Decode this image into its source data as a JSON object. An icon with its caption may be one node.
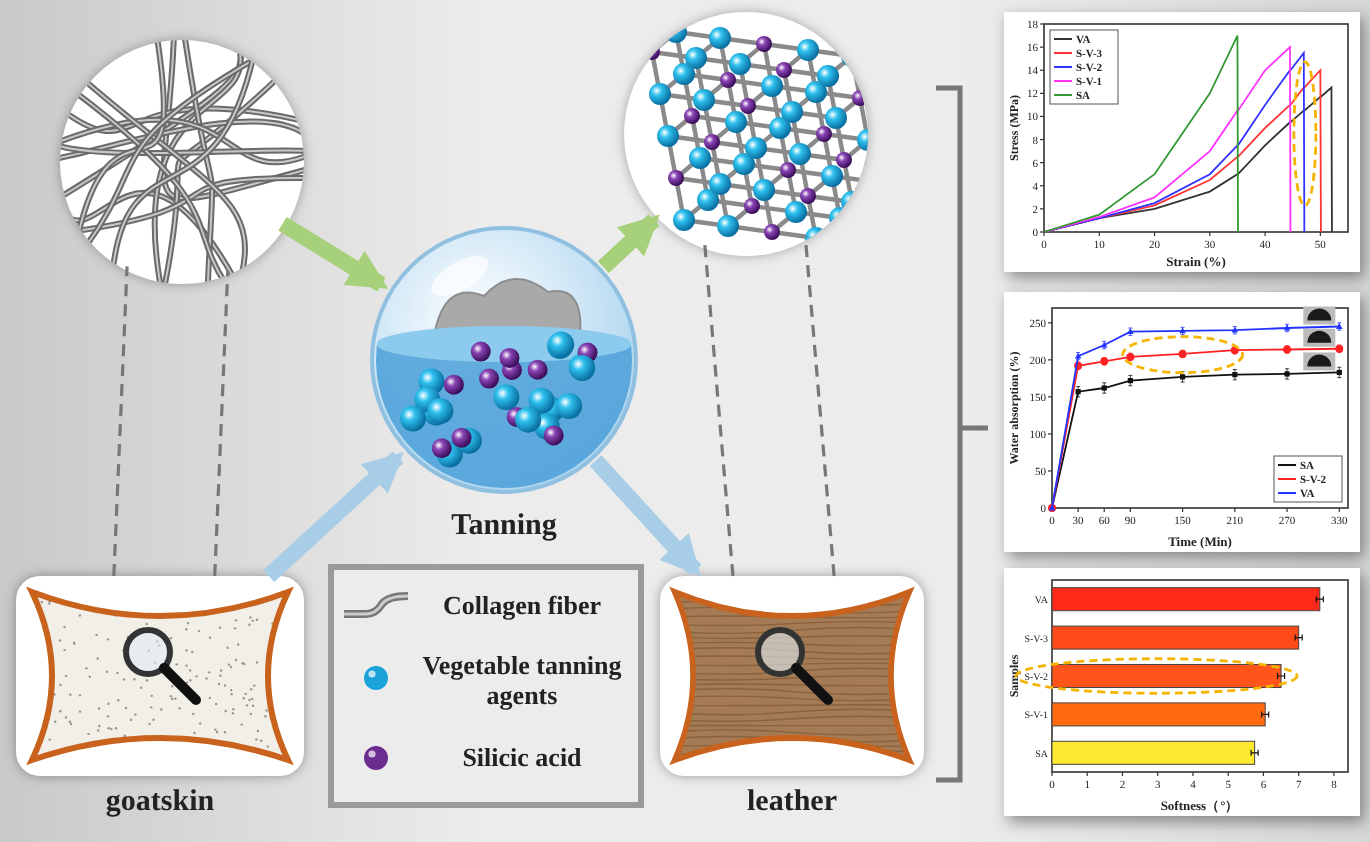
{
  "diagram": {
    "nodes": [
      {
        "text": [],
        "shape": "picture"
      },
      {
        "text": [],
        "shape": "picture",
        "beside": [
          "Tanning"
        ]
      },
      {
        "text": [],
        "shape": "picture"
      },
      {
        "text": [],
        "shape": "picture",
        "beside": [
          "goatskin"
        ]
      },
      {
        "text": [],
        "shape": "picture",
        "beside": [
          "leather"
        ]
      }
    ],
    "edges": [
      {
        "from": 0,
        "to": 1,
        "arrow": "to",
        "style": "thick",
        "color": "#a6d07a"
      },
      {
        "from": 1,
        "to": 2,
        "arrow": "to",
        "style": "thick",
        "color": "#a6d07a"
      },
      {
        "from": 3,
        "to": 1,
        "arrow": "to",
        "style": "thick",
        "color": "#a8cde6"
      },
      {
        "from": 1,
        "to": 4,
        "arrow": "to",
        "style": "thick",
        "color": "#a8cde6"
      },
      {
        "from": 3,
        "to": 0,
        "arrow": "none",
        "style": "dashed",
        "color": "#777777"
      },
      {
        "from": 3,
        "to": 0,
        "arrow": "none",
        "style": "dashed",
        "color": "#777777"
      },
      {
        "from": 4,
        "to": 2,
        "arrow": "none",
        "style": "dashed",
        "color": "#777777"
      },
      {
        "from": 4,
        "to": 2,
        "arrow": "none",
        "style": "dashed",
        "color": "#777777"
      }
    ],
    "legend": [
      {
        "text": "Collagen fiber"
      },
      {
        "text": "Vegetable tanning agents",
        "color": "#1aa3d9"
      },
      {
        "text": "Silicic acid",
        "color": "#6b2d8f"
      }
    ],
    "chart_data": [
      {
        "type": "line",
        "xlabel": "Strain (%)",
        "ylabel": "Stress (MPa)",
        "x": [
          0,
          10,
          20,
          30,
          35,
          35.1,
          40,
          44.5,
          44.6,
          47,
          47.1,
          50,
          50.1,
          52,
          52.1
        ],
        "xlim": [
          0,
          55
        ],
        "ylim": [
          0,
          18
        ],
        "xticks": [
          0,
          10,
          20,
          30,
          40,
          50
        ],
        "yticks": [
          0,
          2,
          4,
          6,
          8,
          10,
          12,
          14,
          16,
          18
        ],
        "legend": "upper left",
        "series": [
          {
            "name": "VA",
            "color": "#333333",
            "values": [
              0,
              1.2,
              2,
              3.5,
              5,
              5,
              7.5,
              9.5,
              9.5,
              10.5,
              10.5,
              11.7,
              11.7,
              12.5,
              0
            ]
          },
          {
            "name": "S-V-3",
            "color": "#ff3333",
            "values": [
              0,
              1.2,
              2.3,
              4.5,
              6.5,
              6.5,
              9,
              11,
              11,
              12.5,
              12.5,
              14,
              0,
              null,
              null
            ]
          },
          {
            "name": "S-V-2",
            "color": "#3333ff",
            "values": [
              0,
              1.2,
              2.5,
              5,
              7.5,
              7.5,
              11,
              14,
              14,
              15.5,
              0,
              null,
              null,
              null,
              null
            ]
          },
          {
            "name": "S-V-1",
            "color": "#ff33ff",
            "values": [
              0,
              1.3,
              3,
              7,
              10.5,
              10.5,
              14,
              16,
              0,
              null,
              null,
              null,
              null,
              null,
              null
            ]
          },
          {
            "name": "SA",
            "color": "#339933",
            "values": [
              0,
              1.5,
              5,
              12,
              17,
              0,
              null,
              null,
              null,
              null,
              null,
              null,
              null,
              null,
              null
            ]
          }
        ]
      },
      {
        "type": "line",
        "xlabel": "Time (Min)",
        "ylabel": "Water absorption (%)",
        "x": [
          0,
          30,
          60,
          90,
          150,
          210,
          270,
          330
        ],
        "xlim": [
          0,
          340
        ],
        "ylim": [
          0,
          270
        ],
        "xticks": [
          0,
          30,
          60,
          90,
          150,
          210,
          270,
          330
        ],
        "yticks": [
          0,
          50,
          100,
          150,
          200,
          250
        ],
        "legend": "lower right",
        "series": [
          {
            "name": "SA",
            "color": "#111111",
            "marker": "square",
            "values": [
              0,
              157,
              162,
              172,
              177,
              180,
              181,
              183
            ],
            "errors": [
              0,
              7,
              7,
              7,
              7,
              7,
              7,
              7
            ]
          },
          {
            "name": "S-V-2",
            "color": "#ff2222",
            "marker": "circle",
            "values": [
              0,
              192,
              198,
              204,
              208,
              213,
              214,
              215
            ],
            "errors": [
              0,
              5,
              5,
              5,
              5,
              5,
              5,
              5
            ]
          },
          {
            "name": "VA",
            "color": "#2233ff",
            "marker": "triangle",
            "values": [
              0,
              205,
              220,
              238,
              239,
              240,
              243,
              245
            ],
            "errors": [
              0,
              5,
              5,
              5,
              5,
              5,
              5,
              5
            ]
          }
        ]
      },
      {
        "type": "bar",
        "orientation": "horizontal",
        "xlabel": "Softness（°）",
        "ylabel": "Samples",
        "categories": [
          "VA",
          "S-V-3",
          "S-V-2",
          "S-V-1",
          "SA"
        ],
        "values": [
          7.6,
          7.0,
          6.5,
          6.05,
          5.75
        ],
        "errors": [
          0.1,
          0.1,
          0.1,
          0.1,
          0.1
        ],
        "colors": [
          "#ff2a1a",
          "#ff4a1a",
          "#ff551a",
          "#ff6a10",
          "#ffe830"
        ],
        "xlim": [
          0,
          8.4
        ],
        "xticks": [
          0,
          1,
          2,
          3,
          4,
          5,
          6,
          7,
          8
        ]
      }
    ]
  }
}
